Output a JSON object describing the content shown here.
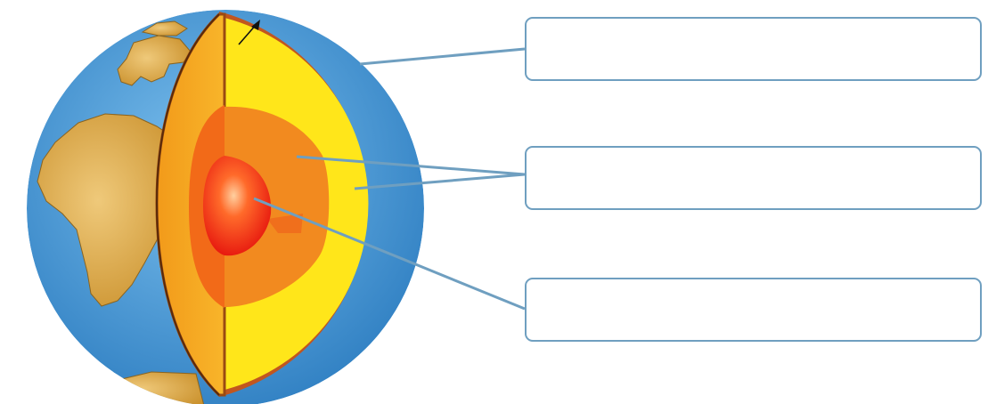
{
  "diagram": {
    "labels": [
      {
        "id": "crust",
        "text": ""
      },
      {
        "id": "mantle",
        "text": ""
      },
      {
        "id": "core",
        "text": ""
      }
    ],
    "colors": {
      "ocean": "#3f8fd0",
      "land": "#d7a13b",
      "crust": "#c1561f",
      "mantle": "#ffe61a",
      "outer_core": "#f28a1f",
      "inner_core": "#ff3b1a",
      "leader_line": "#6f9fc0"
    }
  }
}
